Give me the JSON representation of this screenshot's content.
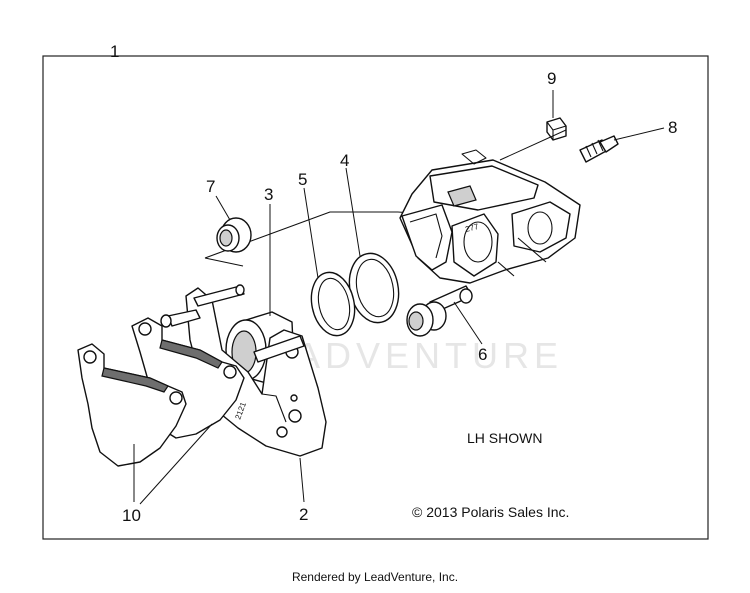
{
  "watermark": "ADVENTURE",
  "callouts": {
    "c1": "1",
    "c2": "2",
    "c3": "3",
    "c4": "4",
    "c5": "5",
    "c6": "6",
    "c7": "7",
    "c8": "8",
    "c9": "9",
    "c10": "10"
  },
  "part_stamps": {
    "caliper": "277",
    "bracket": "2121"
  },
  "note_side": "LH SHOWN",
  "copyright": "© 2013 Polaris Sales Inc.",
  "footer": "Rendered by LeadVenture, Inc."
}
